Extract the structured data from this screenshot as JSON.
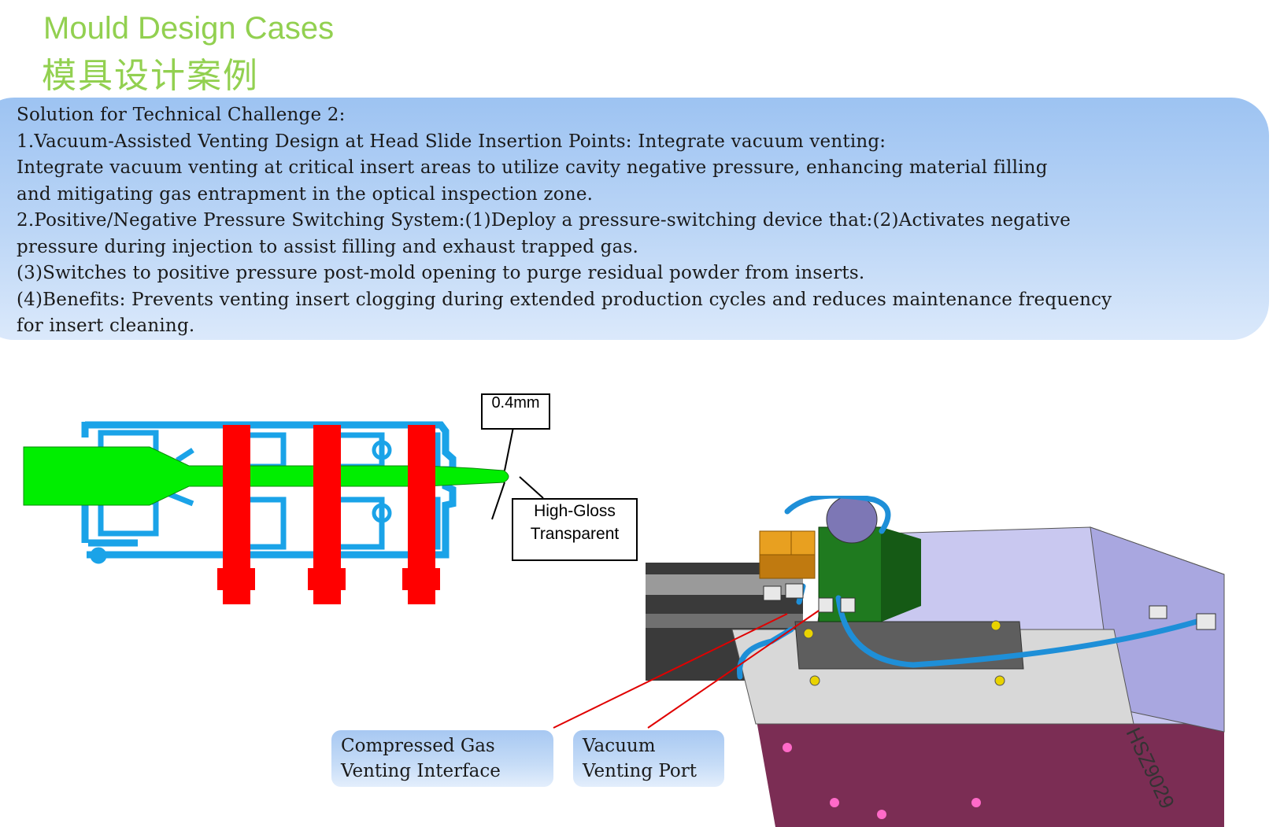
{
  "header": {
    "title_en": "Mould Design Cases",
    "title_cn": "模具设计案例"
  },
  "solution": {
    "lines": [
      "Solution for Technical Challenge 2:",
      "1.Vacuum-Assisted Venting Design at Head Slide Insertion Points: Integrate vacuum venting:",
      "Integrate vacuum venting at critical insert areas to utilize cavity negative pressure, enhancing material filling",
      "and mitigating gas entrapment in the optical inspection zone.",
      "2.Positive/Negative Pressure Switching System:(1)Deploy a pressure-switching device that:(2)Activates negative",
      "pressure during injection to assist filling and exhaust trapped gas.",
      "(3)Switches to positive pressure post-mold opening to purge residual powder from inserts.",
      "(4)Benefits: Prevents venting insert clogging during extended production cycles and reduces maintenance frequency",
      "for insert cleaning."
    ]
  },
  "section_diagram": {
    "dimension_label": "0.4mm",
    "gloss_label_line1": "High-Gloss",
    "gloss_label_line2": "Transparent"
  },
  "machine_diagram": {
    "gas_label_line1": "Compressed Gas",
    "gas_label_line2": "Venting Interface",
    "vacuum_label_line1": "Vacuum",
    "vacuum_label_line2": "Venting Port",
    "mold_marking": "HSZ9029"
  },
  "colors": {
    "title": "#92d050",
    "mold_blue": "#1aa3e8",
    "part_green": "#00ee00",
    "insert_red": "#ff0000",
    "pointer_red": "#e00000"
  }
}
